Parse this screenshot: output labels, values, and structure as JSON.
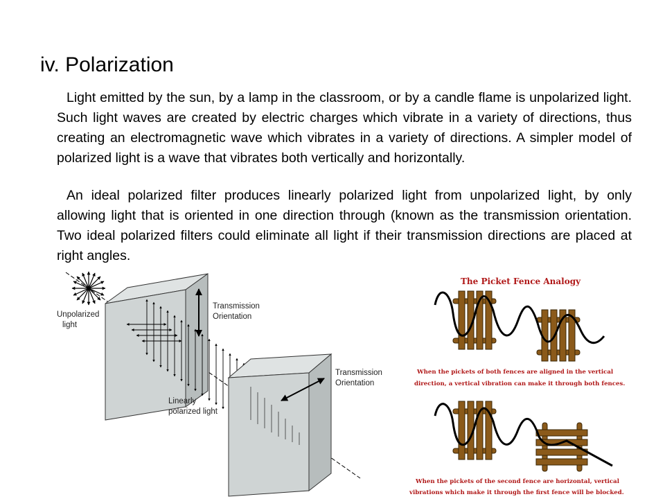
{
  "slide": {
    "title": "iv. Polarization",
    "paragraphs": [
      "Light emitted by the sun, by a lamp in the classroom, or by a candle flame is unpolarized light. Such light waves are created by electric charges which vibrate in a variety of directions, thus creating an electromagnetic wave which vibrates in a variety of directions.  A simpler model of polarized light is a wave that vibrates both vertically and horizontally.",
      "An ideal polarized filter produces linearly polarized light from unpolarized light, by only allowing light that is oriented in one direction through (known as the transmission orientation. Two ideal polarized filters could eliminate all light if their transmission directions are placed at right angles."
    ]
  },
  "polarizer_diagram": {
    "labels": {
      "unpolarized_line1": "Unpolarized",
      "unpolarized_line2": "light",
      "transmission1_line1": "Transmission",
      "transmission1_line2": "Orientation",
      "transmission2_line1": "Transmission",
      "transmission2_line2": "Orientation",
      "linear_line1": "Linearly",
      "linear_line2": "polarized light"
    }
  },
  "picket_fence": {
    "title": "The Picket Fence Analogy",
    "caption1_line1": "When the pickets of both fences are aligned in the vertical",
    "caption1_line2": "direction, a vertical vibration can make it through both fences.",
    "caption2_line1": "When the pickets of the second fence are horizontal, vertical",
    "caption2_line2": "vibrations which make it through the first fence will be blocked.",
    "colors": {
      "wood": "#8b5a1a",
      "wood_dark": "#5e3b0c",
      "caption": "#b01818"
    }
  }
}
